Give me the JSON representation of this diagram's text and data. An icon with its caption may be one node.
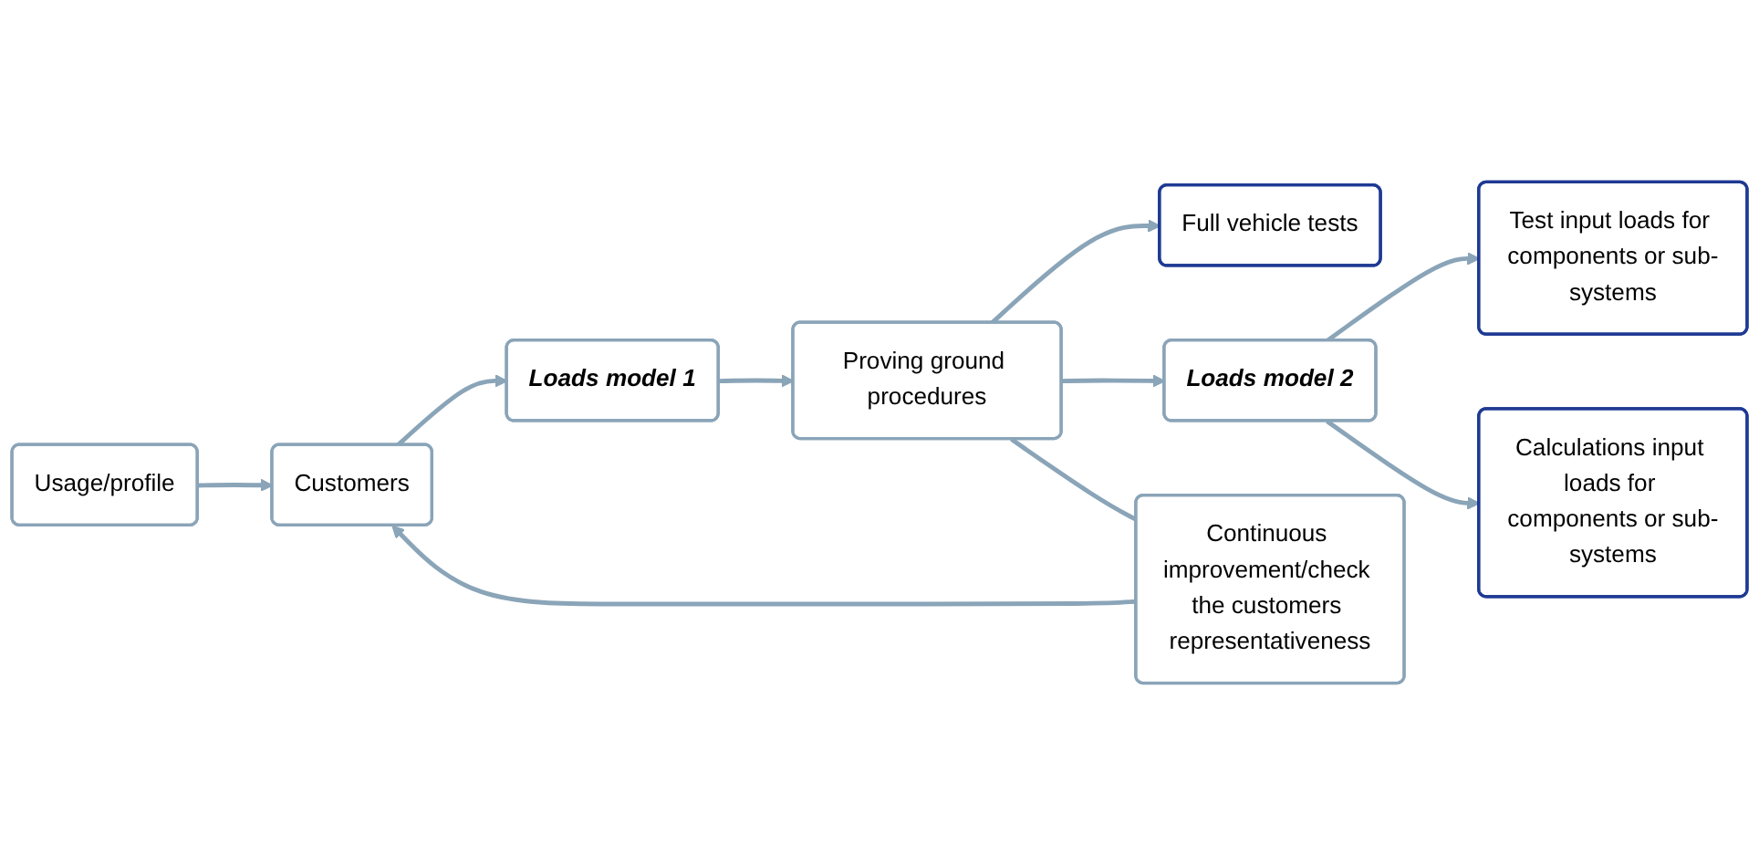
{
  "diagram": {
    "nodes": [
      {
        "text": [
          "Usage/profile"
        ]
      },
      {
        "text": [
          "Customers"
        ]
      },
      {
        "text": [
          "Loads model 1"
        ]
      },
      {
        "text": [
          "Proving ground procedures"
        ]
      },
      {
        "text": [
          "Full vehicle tests"
        ]
      },
      {
        "text": [
          "Loads model 2"
        ]
      },
      {
        "text": [
          "Test input loads for components or sub-systems"
        ]
      },
      {
        "text": [
          "Calculations input loads for components or sub-systems"
        ]
      },
      {
        "text": [
          "Continuous improvement/check the customers representativeness"
        ]
      }
    ],
    "edges": [
      {
        "from": 0,
        "to": 1,
        "arrow": "to"
      },
      {
        "from": 1,
        "to": 2,
        "arrow": "to"
      },
      {
        "from": 2,
        "to": 3,
        "arrow": "to"
      },
      {
        "from": 3,
        "to": 4,
        "arrow": "to"
      },
      {
        "from": 3,
        "to": 5,
        "arrow": "to"
      },
      {
        "from": 5,
        "to": 6,
        "arrow": "to"
      },
      {
        "from": 5,
        "to": 7,
        "arrow": "to"
      },
      {
        "from": 3,
        "to": 8,
        "arrow": "none"
      },
      {
        "from": 8,
        "to": 1,
        "arrow": "to"
      }
    ]
  }
}
